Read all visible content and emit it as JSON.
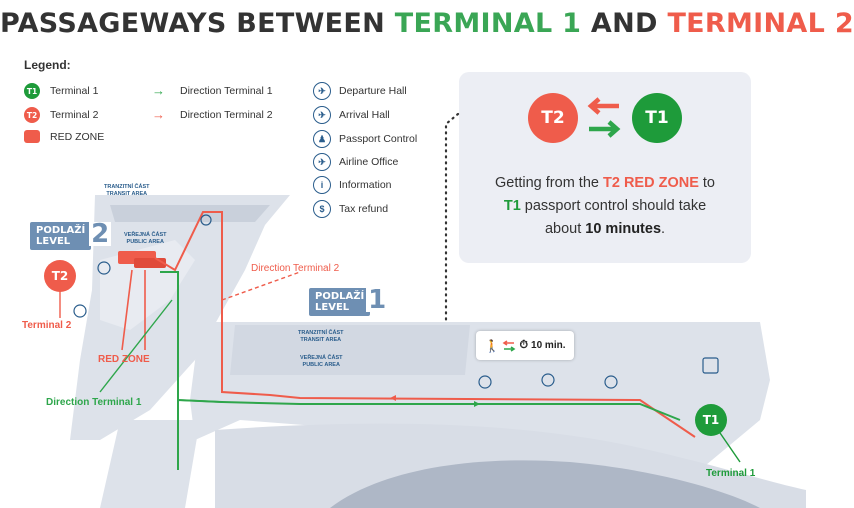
{
  "title": {
    "part1": "PASSAGEWAYS BETWEEN ",
    "terminal1": "TERMINAL 1",
    "and": " AND ",
    "terminal2": "TERMINAL 2"
  },
  "legend": {
    "heading": "Legend:",
    "t1_badge": "T1",
    "t2_badge": "T2",
    "terminal1": "Terminal 1",
    "terminal2": "Terminal 2",
    "red_zone": "RED ZONE",
    "dir_t1": "Direction Terminal 1",
    "dir_t2": "Direction Terminal 2",
    "departure_hall": "Departure Hall",
    "arrival_hall": "Arrival Hall",
    "passport_control": "Passport Control",
    "airline_office": "Airline Office",
    "information": "Information",
    "tax_refund": "Tax refund"
  },
  "info_box": {
    "from_badge": "T2",
    "to_badge": "T1",
    "line1_pre": "Getting from the ",
    "line1_zone": "T2 RED ZONE",
    "line1_post": " to",
    "line2_t1": "T1",
    "line2_post": " passport control should take",
    "line3_pre": "about ",
    "line3_bold": "10 minutes",
    "line3_post": "."
  },
  "map": {
    "level2_label": "PODLAŽÍ\nLEVEL",
    "level2_num": "2",
    "level1_label": "PODLAŽÍ\nLEVEL",
    "level1_num": "1",
    "transit_area": "TRANZITNÍ ČÁST\nTRANSIT AREA",
    "public_area": "VEŘEJNÁ ČÁST\nPUBLIC AREA",
    "dir_t2_label": "Direction Terminal 2",
    "dir_t1_label": "Direction Terminal 1",
    "red_zone_label": "RED ZONE",
    "terminal2_label": "Terminal 2",
    "terminal1_label": "Terminal 1",
    "t2_pin": "T2",
    "t1_pin": "T1",
    "callout_time": "10 min."
  },
  "colors": {
    "green": "#2ea64b",
    "red": "#ef5c4b",
    "blue": "#2a5d8c",
    "floor": "#dde2ea",
    "level_badge": "#6e8fb3"
  }
}
